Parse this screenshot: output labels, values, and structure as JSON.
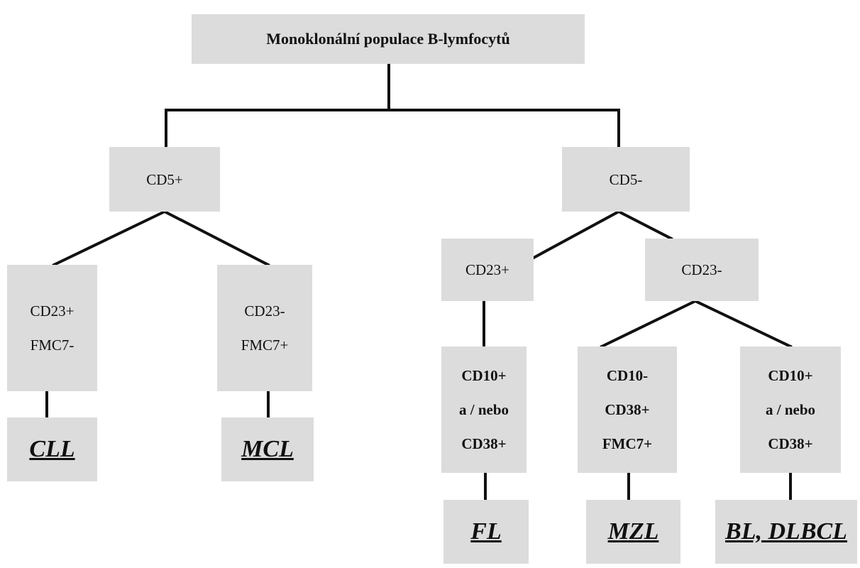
{
  "root": {
    "lines": [
      "Monoklonální populace B-lymfocytů"
    ]
  },
  "cd5pos": {
    "lines": [
      "CD5+"
    ]
  },
  "cd5neg": {
    "lines": [
      "CD5-"
    ]
  },
  "cll_markers": {
    "lines": [
      "CD23+",
      "FMC7-"
    ]
  },
  "mcl_markers": {
    "lines": [
      "CD23-",
      "FMC7+"
    ]
  },
  "cd23pos": {
    "lines": [
      "CD23+"
    ]
  },
  "cd23neg": {
    "lines": [
      "CD23-"
    ]
  },
  "fl_markers": {
    "lines": [
      "CD10+",
      "a / nebo",
      "CD38+"
    ]
  },
  "mzl_markers": {
    "lines": [
      "CD10-",
      "CD38+",
      "FMC7+"
    ]
  },
  "bl_markers": {
    "lines": [
      "CD10+",
      "a / nebo",
      "CD38+"
    ]
  },
  "cll": {
    "lines": [
      "CLL"
    ]
  },
  "mcl": {
    "lines": [
      "MCL"
    ]
  },
  "fl": {
    "lines": [
      "FL"
    ]
  },
  "mzl": {
    "lines": [
      "MZL"
    ]
  },
  "bl": {
    "lines": [
      "BL, DLBCL"
    ]
  }
}
